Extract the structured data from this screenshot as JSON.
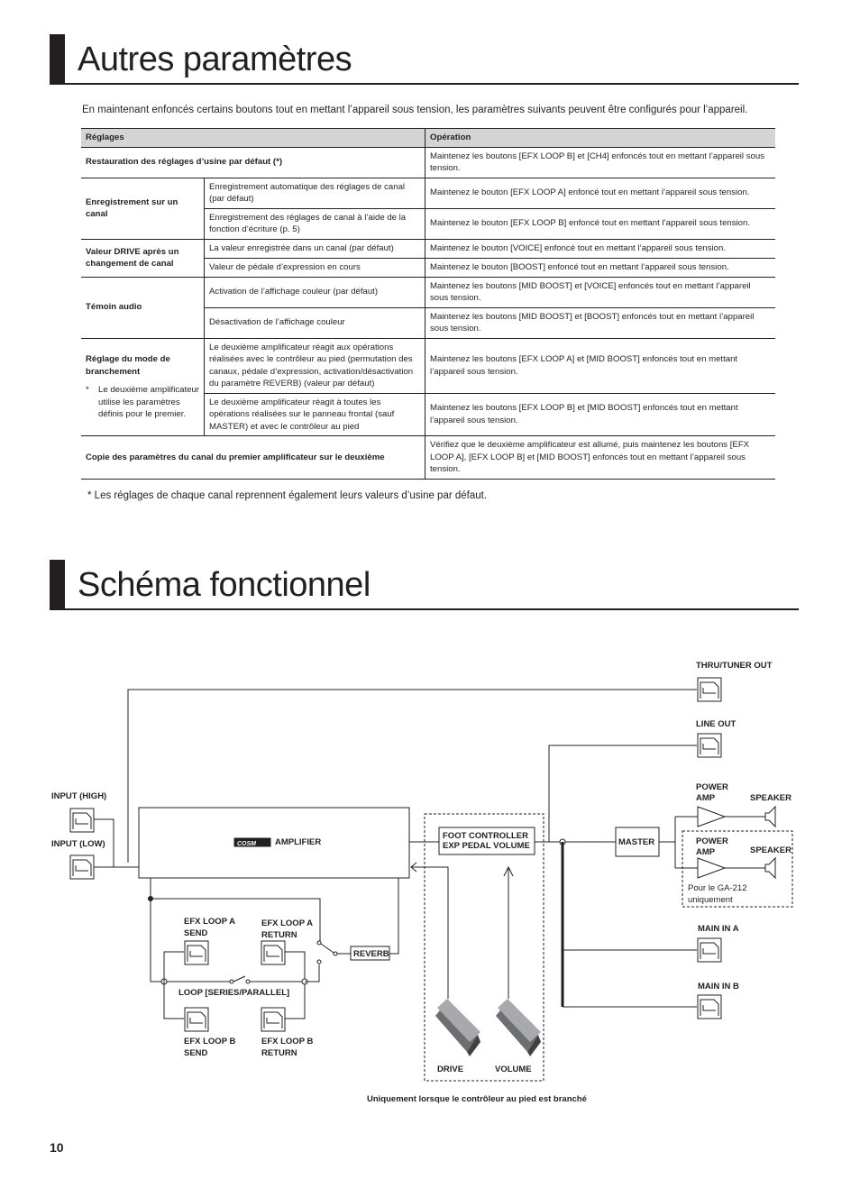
{
  "section1": {
    "title": "Autres paramètres"
  },
  "intro": "En maintenant enfoncés certains boutons tout en mettant l’appareil sous tension, les paramètres suivants peuvent être configurés pour l’appareil.",
  "table": {
    "headers": [
      "Réglages",
      "Opération"
    ],
    "rows": {
      "factory": {
        "setting": "Restauration des réglages d’usine par défaut (*)",
        "operation": "Maintenez les boutons [EFX LOOP B] et [CH4] enfoncés tout en mettant l’appareil sous tension."
      },
      "save": {
        "setting": "Enregistrement sur un canal",
        "opt1": "Enregistrement automatique des réglages de canal (par défaut)",
        "op1": "Maintenez le bouton [EFX LOOP A] enfoncé tout en mettant l’appareil sous tension.",
        "opt2": "Enregistrement des réglages de canal à l’aide de la fonction d’écriture (p. 5)",
        "op2": "Maintenez le bouton [EFX LOOP B] enfoncé tout en mettant l’appareil sous tension."
      },
      "drive": {
        "setting": "Valeur DRIVE après un changement de canal",
        "opt1": "La valeur enregistrée dans un canal (par défaut)",
        "op1": "Maintenez le bouton [VOICE] enfoncé tout en mettant l’appareil sous tension.",
        "opt2": "Valeur de pédale d’expression en cours",
        "op2": "Maintenez le bouton [BOOST] enfoncé tout en mettant l’appareil sous tension."
      },
      "audio": {
        "setting": "Témoin audio",
        "opt1": "Activation de l’affichage couleur (par défaut)",
        "op1": "Maintenez les boutons [MID BOOST] et [VOICE] enfoncés tout en mettant l’appareil sous tension.",
        "opt2": "Désactivation de l’affichage couleur",
        "op2": "Maintenez les boutons [MID BOOST] et [BOOST] enfoncés tout en mettant l’appareil sous tension."
      },
      "connection": {
        "setting": "Réglage du mode de branchement",
        "note_star": "*",
        "note": "Le deuxième amplificateur utilise les paramètres définis pour le premier.",
        "opt1": "Le deuxième amplificateur réagit aux opérations réalisées avec le contrôleur au pied (permutation des canaux, pédale d’expression, activation/désactivation du paramètre REVERB) (valeur par défaut)",
        "op1": "Maintenez les boutons [EFX LOOP A] et [MID BOOST] enfoncés tout en mettant l’appareil sous tension.",
        "opt2": "Le deuxième amplificateur réagit à toutes les opérations réalisées sur le panneau frontal (sauf MASTER) et avec le contrôleur au pied",
        "op2": "Maintenez les boutons [EFX LOOP B] et [MID BOOST] enfoncés tout en mettant l’appareil sous tension."
      },
      "copy": {
        "setting": "Copie des paramètres du canal du premier amplificateur sur le deuxième",
        "operation": "Vérifiez que le deuxième amplificateur est allumé, puis maintenez les boutons [EFX LOOP A], [EFX LOOP B] et [MID BOOST] enfoncés tout en mettant l’appareil sous tension."
      }
    }
  },
  "footnote": "*  Les réglages de chaque canal reprennent également leurs valeurs d’usine par défaut.",
  "section2": {
    "title": "Schéma fonctionnel"
  },
  "diagram": {
    "thru_tuner_out": "THRU/TUNER OUT",
    "line_out": "LINE OUT",
    "input_high": "INPUT (HIGH)",
    "input_low": "INPUT (LOW)",
    "cosm_logo": "COSM",
    "amplifier": "AMPLIFIER",
    "foot_controller_1": "FOOT CONTROLLER",
    "foot_controller_2": "EXP PEDAL VOLUME",
    "master": "MASTER",
    "power_amp_1": "POWER",
    "power_amp_2": "AMP",
    "speaker": "SPEAKER",
    "ga212_1": "Pour le GA-212",
    "ga212_2": "uniquement",
    "main_in_a": "MAIN IN A",
    "main_in_b": "MAIN IN B",
    "efx_a_send_1": "EFX LOOP A",
    "efx_a_send_2": "SEND",
    "efx_a_return_1": "EFX LOOP A",
    "efx_a_return_2": "RETURN",
    "reverb": "REVERB",
    "loop_mode": "LOOP [SERIES/PARALLEL]",
    "efx_b_send_1": "EFX LOOP B",
    "efx_b_send_2": "SEND",
    "efx_b_return_1": "EFX LOOP B",
    "efx_b_return_2": "RETURN",
    "drive": "DRIVE",
    "volume": "VOLUME",
    "caption": "Uniquement lorsque le contrôleur au pied est branché"
  },
  "page_number": "10"
}
